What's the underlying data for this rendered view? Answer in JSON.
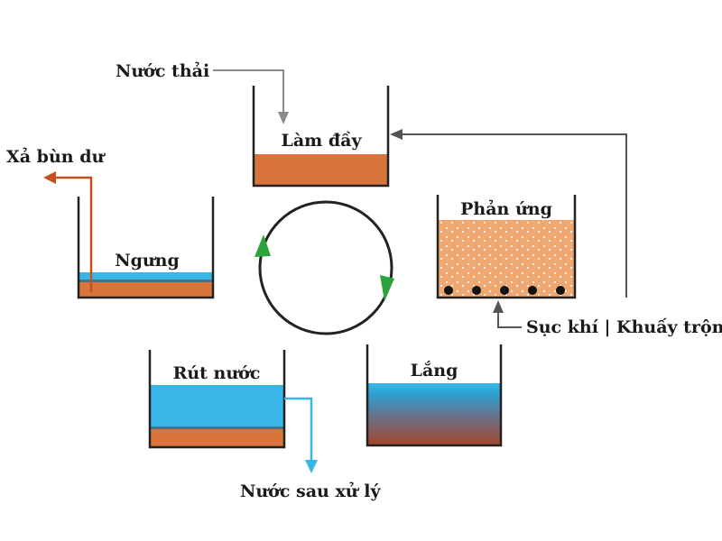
{
  "labels": {
    "waste_water": "Nước thải",
    "sludge_discharge": "Xả bùn dư",
    "aeration_mixing": "Sục khí | Khuấy trộn",
    "treated_water": "Nước sau xử lý"
  },
  "stages": {
    "fill": "Làm đầy",
    "react": "Phản ứng",
    "settle": "Lắng",
    "draw": "Rút nước",
    "idle": "Ngưng"
  },
  "colors": {
    "tank_wall": "#222222",
    "sludge": "#d9743c",
    "dark_sludge": "#b2532c",
    "water": "#39b6e8",
    "reaction_mix": "#f0a872",
    "inflow_arrow": "#8a8a8a",
    "sludge_arrow": "#c4501f",
    "treated_arrow": "#39b6e8",
    "return_arrow": "#555555",
    "cycle_arrowhead": "#2aa33d"
  }
}
